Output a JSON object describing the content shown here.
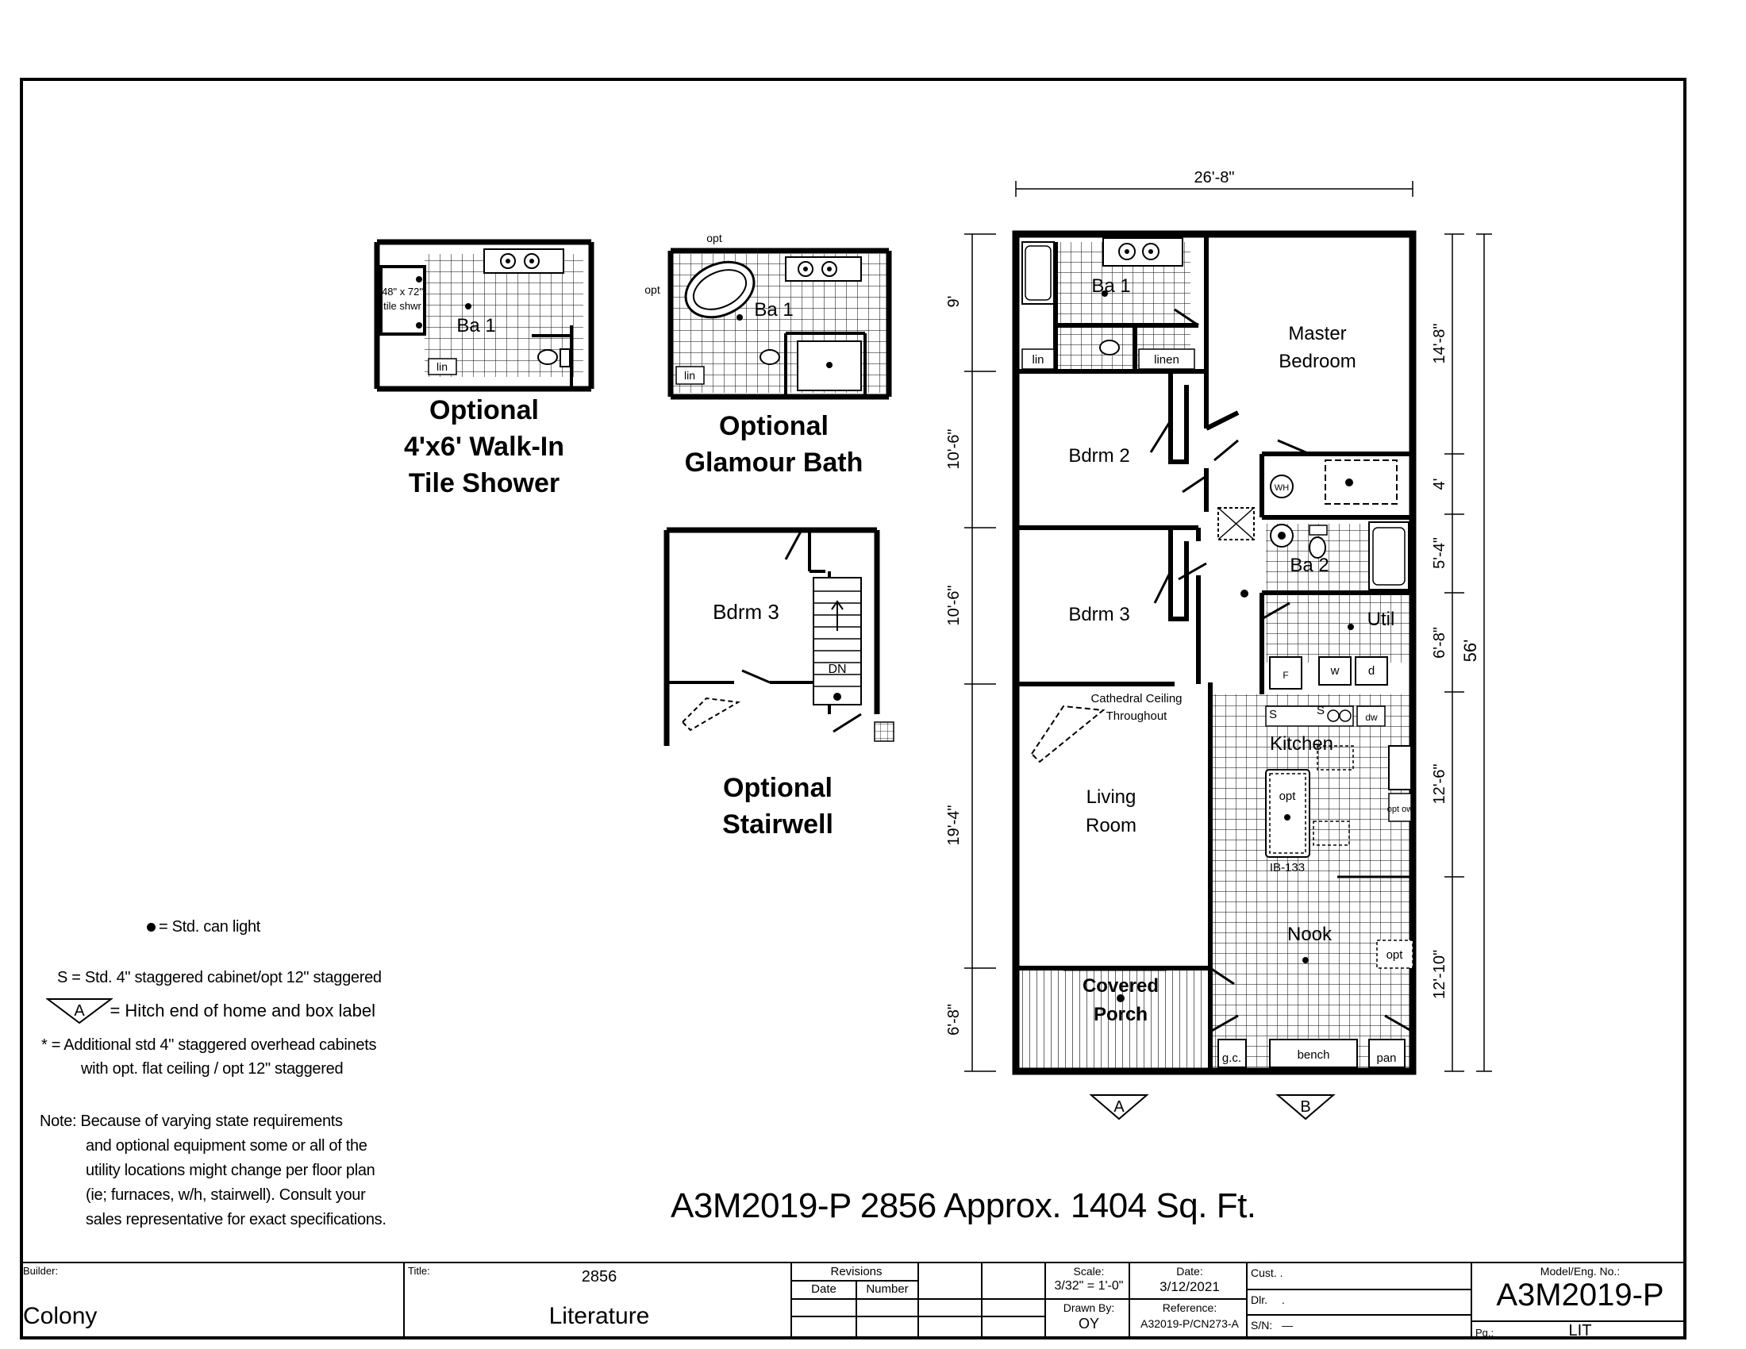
{
  "options": {
    "walkin": {
      "title_lines": [
        "Optional",
        "4'x6' Walk-In",
        "Tile Shower"
      ],
      "shower_label_1": "48\" x 72\"",
      "shower_label_2": "tile shwr",
      "bath": "Ba 1",
      "lin": "lin"
    },
    "glamour": {
      "title_lines": [
        "Optional",
        "Glamour Bath"
      ],
      "bath": "Ba 1",
      "opt_top": "opt",
      "opt_left": "opt",
      "lin": "lin"
    },
    "stairwell": {
      "title_lines": [
        "Optional",
        "Stairwell"
      ],
      "bedroom": "Bdrm 3",
      "dn": "DN"
    }
  },
  "plan": {
    "dims": {
      "width": "26'-8\"",
      "total_length": "56'",
      "left": [
        "9'",
        "10'-6\"",
        "10'-6\"",
        "19'-4\"",
        "6'-8\""
      ],
      "right": [
        "14'-8\"",
        "4'",
        "5'-4\"",
        "6'-8\"",
        "12'-6\"",
        "12'-10\""
      ]
    },
    "rooms": {
      "ba1": "Ba 1",
      "lin": "lin",
      "linen": "linen",
      "master_1": "Master",
      "master_2": "Bedroom",
      "bdrm2": "Bdrm 2",
      "bdrm3": "Bdrm 3",
      "ba2": "Ba 2",
      "util": "Util",
      "w": "w",
      "d": "d",
      "wh": "WH",
      "f": "F",
      "cathedral_1": "Cathedral Ceiling",
      "cathedral_2": "Throughout",
      "kitchen": "Kitchen",
      "s1": "S",
      "s2": "S",
      "dw": "dw",
      "opt_island": "opt",
      "optow": "opt ow",
      "ib": "IB-133",
      "living_1": "Living",
      "living_2": "Room",
      "nook": "Nook",
      "opt_nook": "opt",
      "porch_1": "Covered",
      "porch_2": "Porch",
      "gc": "g.c.",
      "bench": "bench",
      "pan": "pan"
    },
    "hitch_a": "A",
    "hitch_b": "B"
  },
  "legend": {
    "can_light": "= Std. can light",
    "staggered": "S = Std. 4\" staggered cabinet/opt 12\" staggered",
    "hitch_letter": "A",
    "hitch": "= Hitch end of home and box label",
    "additional_1": "* = Additional std 4\" staggered overhead cabinets",
    "additional_2": "with opt. flat ceiling / opt 12\" staggered"
  },
  "note": {
    "lines": [
      "Note:  Because of varying state requirements",
      "and optional equipment some or all of the",
      "utility locations might change per floor plan",
      "(ie; furnaces, w/h, stairwell).  Consult your",
      "sales representative for exact specifications."
    ]
  },
  "plan_title": "A3M2019-P 2856  Approx. 1404 Sq. Ft.",
  "title_block": {
    "builder_label": "Builder:",
    "builder": "Colony",
    "title_label": "Title:",
    "title_number": "2856",
    "title": "Literature",
    "revisions": "Revisions",
    "date_col": "Date",
    "number_col": "Number",
    "scale_label": "Scale:",
    "scale": "3/32\" = 1'-0\"",
    "date_label": "Date:",
    "date": "3/12/2021",
    "drawn_label": "Drawn By:",
    "drawn": "OY",
    "reference_label": "Reference:",
    "reference": "A32019-P/CN273-A",
    "cust_label": "Cust.",
    "cust": ".",
    "dlr_label": "Dlr.",
    "dlr": ".",
    "sn_label": "S/N:",
    "sn": "—",
    "model_label": "Model/Eng. No.:",
    "model": "A3M2019-P",
    "pg_label": "Pg.:",
    "pg": "LIT"
  }
}
